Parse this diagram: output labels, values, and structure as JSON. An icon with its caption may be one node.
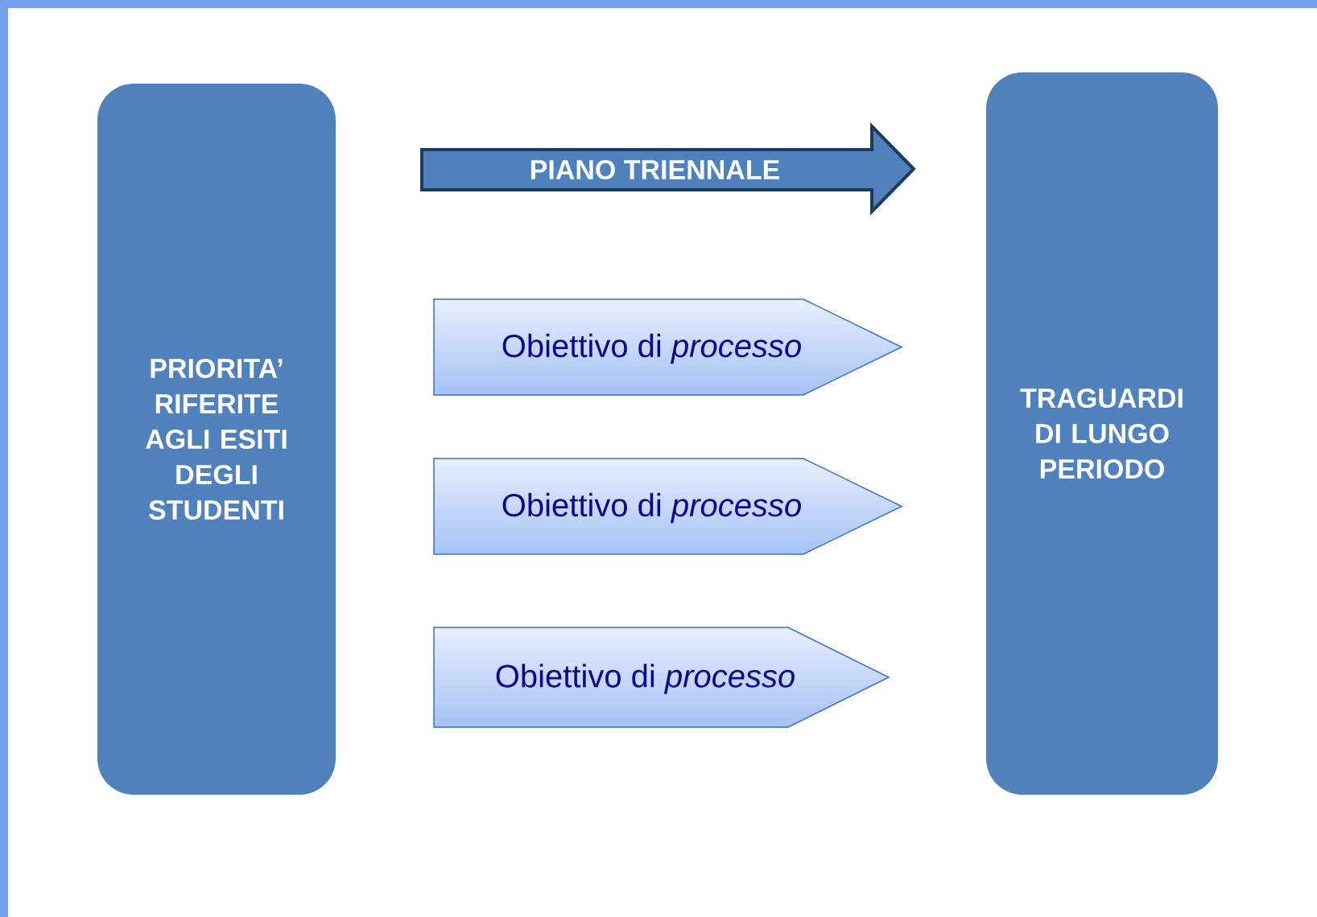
{
  "diagram": {
    "nodes": [
      {
        "text": [
          "PRIORITA’ RIFERITE AGLI ESITI DEGLI STUDENTI"
        ]
      },
      {
        "text": [
          "TRAGUARDI DI LUNGO PERIODO"
        ]
      },
      {
        "text": [
          "PIANO TRIENNALE"
        ]
      },
      {
        "text": [
          "Obiettivo di *processo*"
        ]
      },
      {
        "text": [
          "Obiettivo di *processo*"
        ]
      },
      {
        "text": [
          "Obiettivo di *processo*"
        ]
      }
    ]
  }
}
